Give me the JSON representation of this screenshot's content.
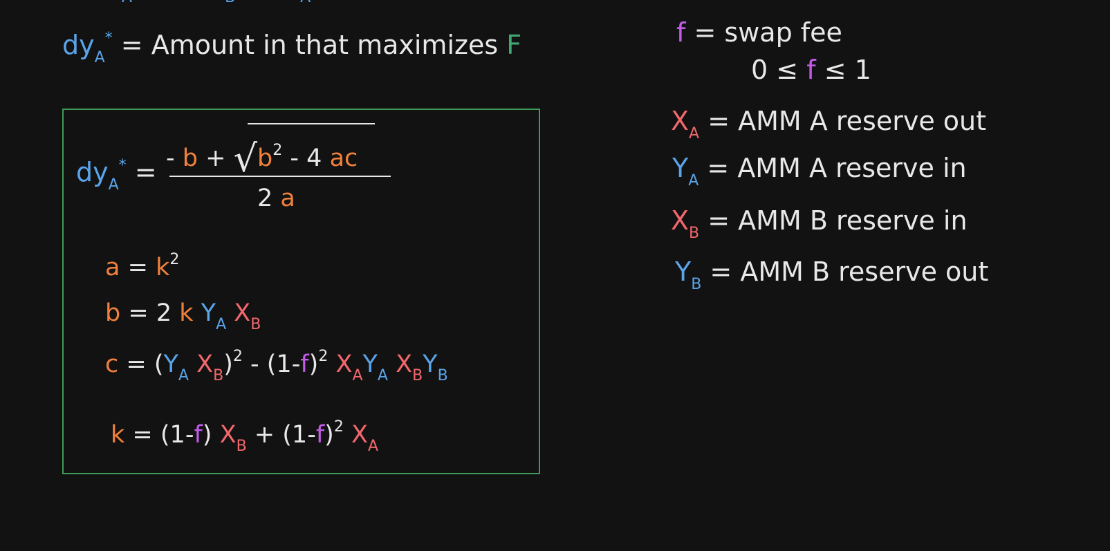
{
  "partial_top": {
    "subs": [
      "A",
      "B",
      "A"
    ]
  },
  "definition": {
    "lhs": "dy",
    "lhs_sub": "A",
    "star": "*",
    "eq": "=",
    "text": "Amount in that maximizes",
    "var": "F"
  },
  "formula": {
    "lhs": "dy",
    "lhs_sub": "A",
    "star": "*",
    "eq": "=",
    "num_minus": "-",
    "num_b": "b",
    "num_plus": "+",
    "sqrt_sign": "√",
    "rad_b": "b",
    "rad_exp": "2",
    "rad_minus": "-",
    "rad_four": "4",
    "rad_ac": "ac",
    "den_two": "2",
    "den_a": "a"
  },
  "definitions": {
    "a": {
      "var": "a",
      "eq": "=",
      "k": "k",
      "exp": "2"
    },
    "b": {
      "var": "b",
      "eq": "=",
      "two": "2",
      "k": "k",
      "Y": "Y",
      "Y_sub": "A",
      "X": "X",
      "X_sub": "B"
    },
    "c": {
      "var": "c",
      "eq": "=",
      "open": "(",
      "Y1": "Y",
      "Y1_sub": "A",
      "X1": "X",
      "X1_sub": "B",
      "close": ")",
      "exp1": "2",
      "minus": "-",
      "open2": "(1-",
      "f": "f",
      "close2": ")",
      "exp2": "2",
      "X2": "X",
      "X2_sub": "A",
      "Y2": "Y",
      "Y2_sub": "A",
      "X3": "X",
      "X3_sub": "B",
      "Y3": "Y",
      "Y3_sub": "B"
    },
    "k": {
      "var": "k",
      "eq": "=",
      "open": "(1-",
      "f1": "f",
      "close": ")",
      "X1": "X",
      "X1_sub": "B",
      "plus": "+",
      "open2": "(1-",
      "f2": "f",
      "close2": ")",
      "exp": "2",
      "X2": "X",
      "X2_sub": "A"
    }
  },
  "legend": {
    "fee": {
      "var": "f",
      "eq": "=",
      "text": "swap fee"
    },
    "fee_range": {
      "zero": "0",
      "le1": "≤",
      "f": "f",
      "le2": "≤",
      "one": "1"
    },
    "xa": {
      "var": "X",
      "sub": "A",
      "eq": "=",
      "text": "AMM A reserve out"
    },
    "ya": {
      "var": "Y",
      "sub": "A",
      "eq": "=",
      "text": "AMM A reserve in"
    },
    "xb": {
      "var": "X",
      "sub": "B",
      "eq": "=",
      "text": "AMM B reserve in"
    },
    "yb": {
      "var": "Y",
      "sub": "B",
      "eq": "=",
      "text": "AMM B reserve out"
    }
  },
  "colors": {
    "background": "#121212",
    "text": "#e8e8e8",
    "blue": "#5aa4ea",
    "orange": "#f0813c",
    "red": "#f2686d",
    "purple": "#c35be8",
    "green": "#3fa872",
    "box_border": "#3f9b59"
  }
}
